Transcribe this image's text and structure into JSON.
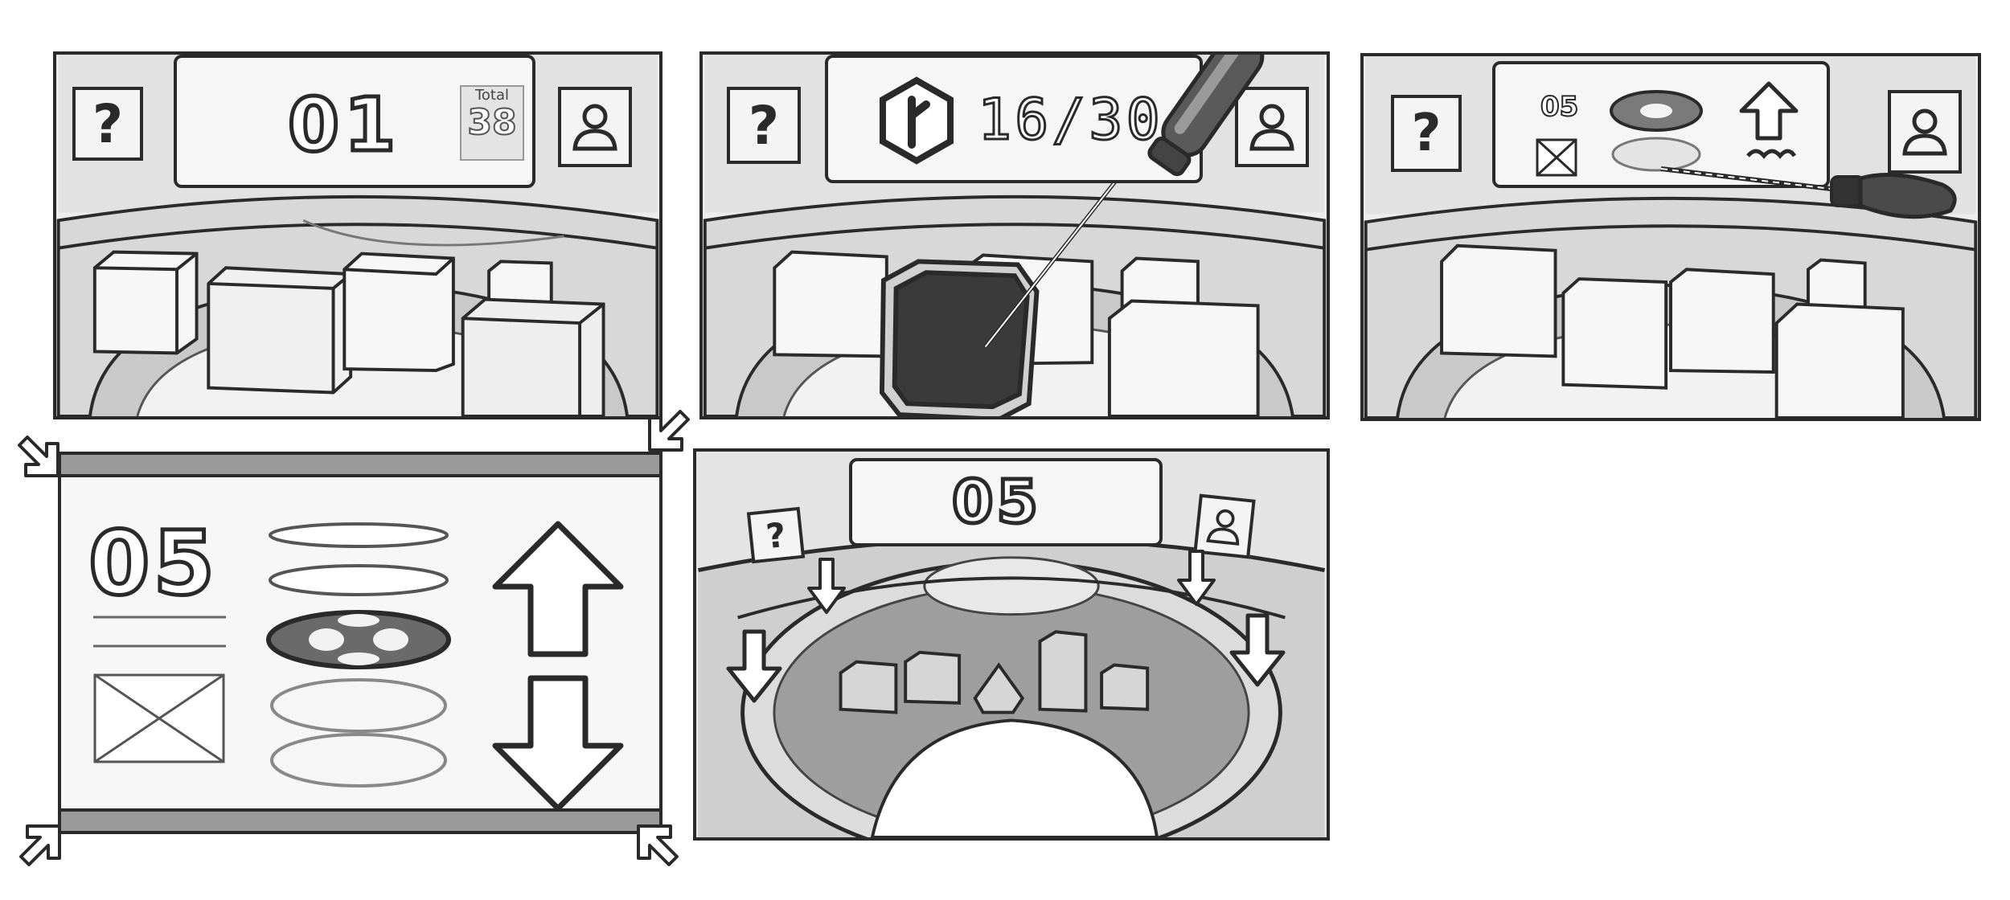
{
  "panels": {
    "p1": {
      "help_label": "?",
      "level_number": "01",
      "score_label": "Total",
      "score_value": "38",
      "icons": [
        "help-icon",
        "profile-icon"
      ]
    },
    "p2": {
      "help_label": "?",
      "progress_text": "16/30",
      "icons": [
        "help-icon",
        "rune-hex-icon",
        "profile-icon",
        "screwdriver-icon"
      ]
    },
    "p3": {
      "help_label": "?",
      "level_number": "05",
      "icons": [
        "help-icon",
        "profile-icon",
        "up-arrow-icon",
        "screwdriver-icon"
      ]
    },
    "p4": {
      "level_number": "05",
      "icons": [
        "up-arrow-icon",
        "down-arrow-icon",
        "image-placeholder-icon"
      ]
    },
    "p5": {
      "help_label": "?",
      "level_number": "05",
      "icons": [
        "help-icon",
        "profile-icon",
        "down-arrow-icon"
      ]
    }
  },
  "colors": {
    "ink": "#2a2a2a",
    "paper": "#ffffff",
    "shade": "#bdbdbd",
    "panel_bg": "#ededed"
  }
}
